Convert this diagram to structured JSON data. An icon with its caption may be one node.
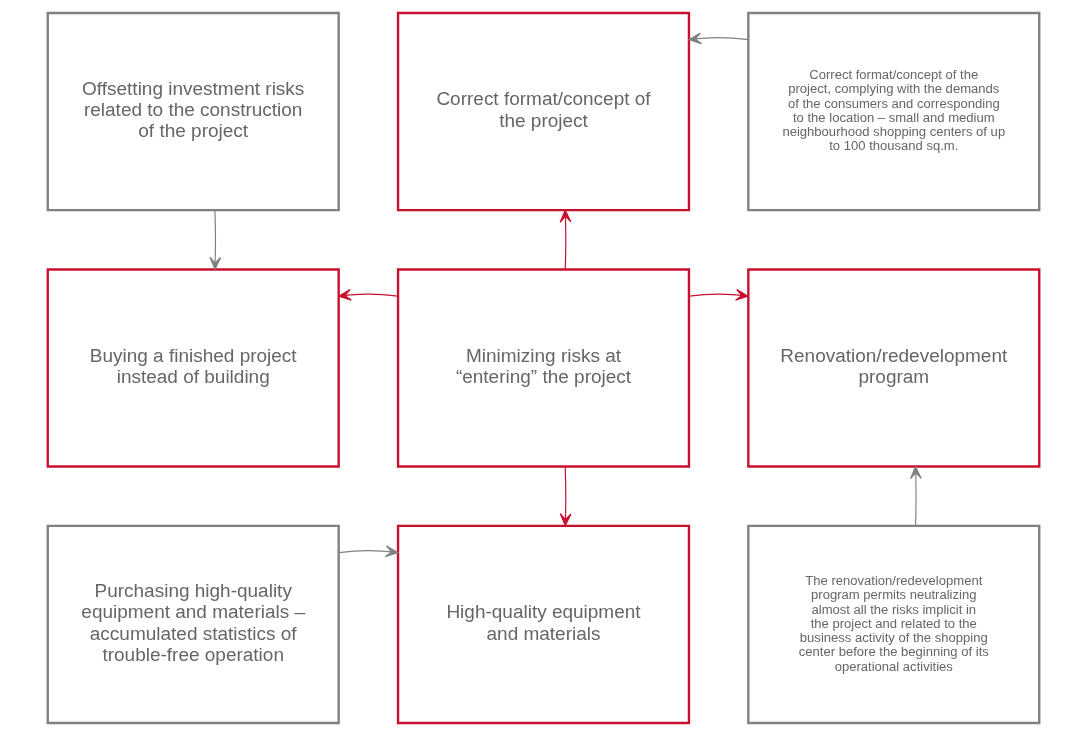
{
  "diagram": {
    "nodes": [
      {
        "text": [
          "Offsetting investment risks related to the construction of the project"
        ]
      },
      {
        "text": [
          "Correct format/concept of the project"
        ]
      },
      {
        "text": [
          "Correct format/concept of the project, complying with the demands of the consumers and corresponding to the location – small and medium neighbourhood shopping centers of up to 100 thousand sq.m."
        ]
      },
      {
        "text": [
          "Buying a finished project instead of building"
        ]
      },
      {
        "text": [
          "Minimizing risks at “entering” the project"
        ]
      },
      {
        "text": [
          "Renovation/redevelopment program"
        ]
      },
      {
        "text": [
          "Purchasing high-quality equipment and materials – accumulated statistics of trouble-free operation"
        ]
      },
      {
        "text": [
          "High-quality equipment and materials"
        ]
      },
      {
        "text": [
          "The renovation/redevelopment program permits neutralizing almost all the risks implicit in the project and related to the business activity of the shopping center before the beginning of its operational activities"
        ]
      }
    ],
    "edges": [
      {
        "from": 0,
        "to": 3,
        "arrow": "to",
        "color": "#808080"
      },
      {
        "from": 2,
        "to": 1,
        "arrow": "to",
        "color": "#808080"
      },
      {
        "from": 4,
        "to": 1,
        "arrow": "to",
        "color": "#c8102e"
      },
      {
        "from": 4,
        "to": 3,
        "arrow": "to",
        "color": "#c8102e"
      },
      {
        "from": 4,
        "to": 5,
        "arrow": "to",
        "color": "#c8102e"
      },
      {
        "from": 4,
        "to": 7,
        "arrow": "to",
        "color": "#c8102e"
      },
      {
        "from": 6,
        "to": 7,
        "arrow": "to",
        "color": "#808080"
      },
      {
        "from": 8,
        "to": 5,
        "arrow": "to",
        "color": "#808080"
      }
    ]
  }
}
